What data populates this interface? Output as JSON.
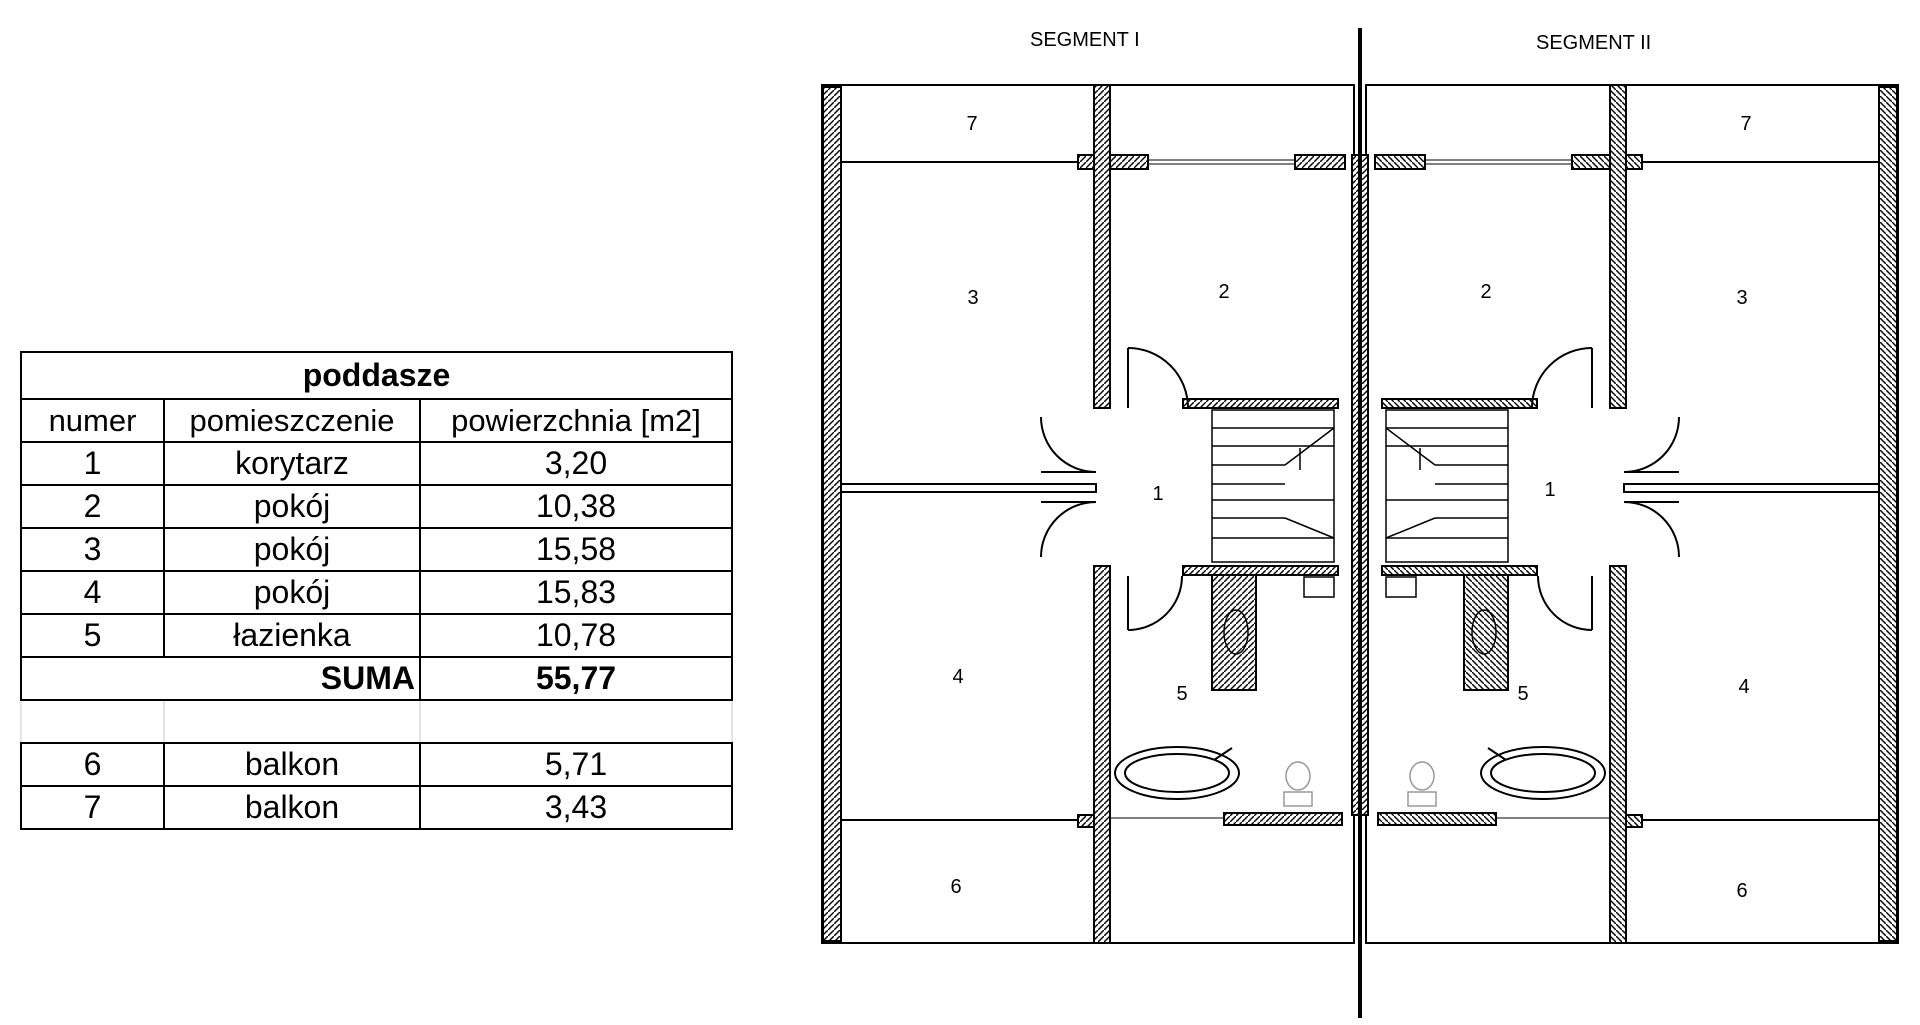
{
  "table": {
    "title": "poddasze",
    "headers": [
      "numer",
      "pomieszczenie",
      "powierzchnia [m2]"
    ],
    "rows": [
      {
        "num": "1",
        "room": "korytarz",
        "area": "3,20"
      },
      {
        "num": "2",
        "room": "pokój",
        "area": "10,38"
      },
      {
        "num": "3",
        "room": "pokój",
        "area": "15,58"
      },
      {
        "num": "4",
        "room": "pokój",
        "area": "15,83"
      },
      {
        "num": "5",
        "room": "łazienka",
        "area": "10,78"
      }
    ],
    "sum_label": "SUMA",
    "sum_value": "55,77",
    "balconies": [
      {
        "num": "6",
        "room": "balkon",
        "area": "5,71"
      },
      {
        "num": "7",
        "room": "balkon",
        "area": "3,43"
      }
    ]
  },
  "plan": {
    "segment_left": "SEGMENT I",
    "segment_right": "SEGMENT II",
    "rooms_left": {
      "r1": "1",
      "r2": "2",
      "r3": "3",
      "r4": "4",
      "r5": "5",
      "r6": "6",
      "r7": "7"
    },
    "rooms_right": {
      "r1": "1",
      "r2": "2",
      "r3": "3",
      "r4": "4",
      "r5": "5",
      "r6": "6",
      "r7": "7"
    }
  }
}
